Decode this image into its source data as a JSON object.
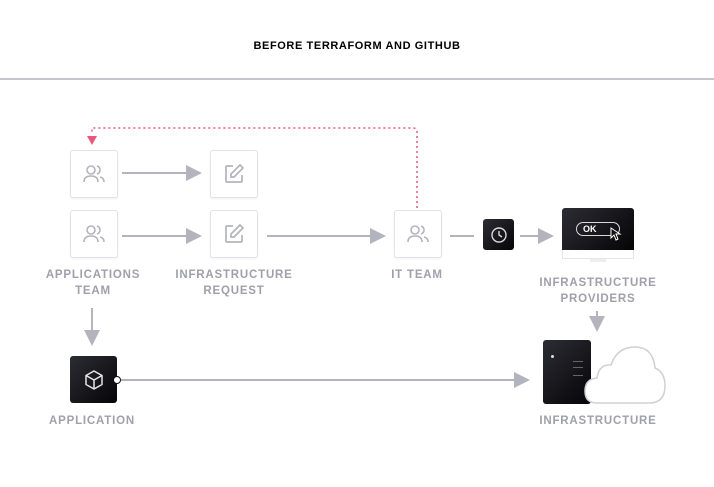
{
  "title": "BEFORE TERRAFORM AND GITHUB",
  "labels": {
    "applications_team": [
      "APPLICATIONS",
      "TEAM"
    ],
    "infrastructure_request": [
      "INFRASTRUCTURE",
      "REQUEST"
    ],
    "it_team": "IT TEAM",
    "infrastructure_providers": [
      "INFRASTRUCTURE",
      "PROVIDERS"
    ],
    "application": "APPLICATION",
    "infrastructure": "INFRASTRUCTURE"
  },
  "monitor_button": "OK",
  "colors": {
    "feedback": "#e8587a",
    "line": "#b4b4be",
    "label": "#a0a0ac"
  }
}
